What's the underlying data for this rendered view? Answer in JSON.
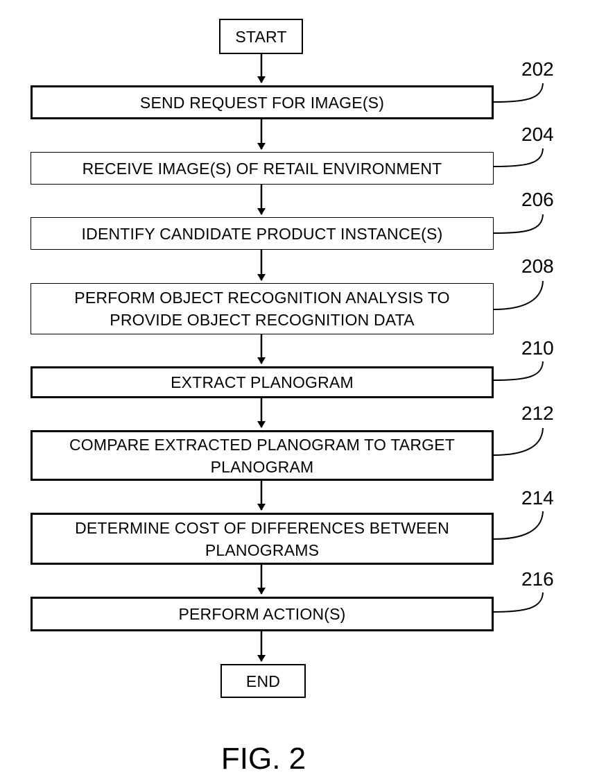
{
  "flowchart": {
    "start_label": "START",
    "end_label": "END",
    "steps": [
      {
        "ref": "202",
        "text": "SEND REQUEST FOR IMAGE(S)"
      },
      {
        "ref": "204",
        "text": "RECEIVE IMAGE(S) OF RETAIL ENVIRONMENT"
      },
      {
        "ref": "206",
        "text": "IDENTIFY CANDIDATE PRODUCT INSTANCE(S)"
      },
      {
        "ref": "208",
        "text": "PERFORM OBJECT RECOGNITION ANALYSIS TO PROVIDE OBJECT RECOGNITION DATA"
      },
      {
        "ref": "210",
        "text": "EXTRACT PLANOGRAM"
      },
      {
        "ref": "212",
        "text": "COMPARE EXTRACTED PLANOGRAM TO TARGET PLANOGRAM"
      },
      {
        "ref": "214",
        "text": "DETERMINE COST OF DIFFERENCES BETWEEN PLANOGRAMS"
      },
      {
        "ref": "216",
        "text": "PERFORM ACTION(S)"
      }
    ]
  },
  "figure_label": "FIG. 2"
}
